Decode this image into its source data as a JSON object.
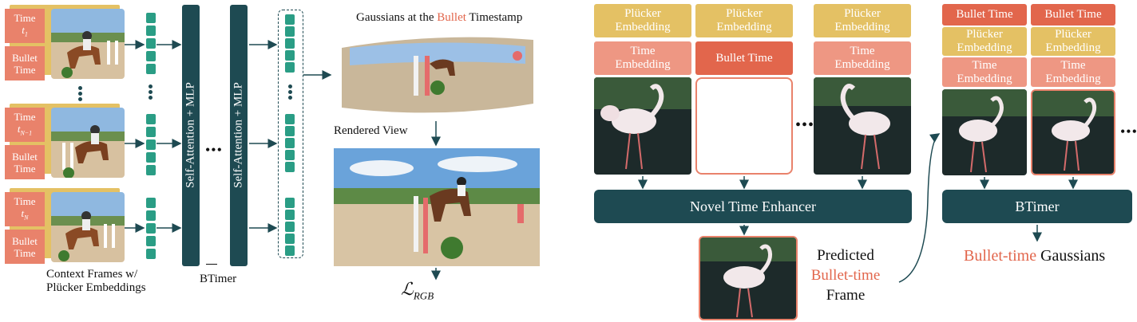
{
  "left": {
    "frames": [
      {
        "time_label": "Time",
        "time_sub": "t",
        "time_sub_index": "1",
        "bullet_label": "Bullet\nTime"
      },
      {
        "time_label": "Time",
        "time_sub": "t",
        "time_sub_index": "N−1",
        "bullet_label": "Bullet\nTime"
      },
      {
        "time_label": "Time",
        "time_sub": "t",
        "time_sub_index": "N",
        "bullet_label": "Bullet\nTime"
      }
    ],
    "context_caption": "Context Frames w/\nPlücker Embeddings",
    "transformer_block_label": "Self-Attention + MLP",
    "model_label": "BTimer",
    "gaussians_title_pre": "Gaussians at the ",
    "gaussians_title_accent": "Bullet",
    "gaussians_title_post": " Timestamp",
    "rendered_view_label": "Rendered View",
    "loss_symbol": "ℒ",
    "loss_sub": "RGB"
  },
  "right": {
    "plucker_label": "Plücker\nEmbedding",
    "time_emb_label": "Time\nEmbedding",
    "bullet_time_label": "Bullet Time",
    "enhancer_label": "Novel Time Enhancer",
    "predicted_line1": "Predicted",
    "predicted_line2": "Bullet-time",
    "predicted_line3": "Frame",
    "btimer_label": "BTimer",
    "output_accent": "Bullet-time",
    "output_rest": " Gaussians"
  },
  "colors": {
    "accent": "#e2664c",
    "salmon": "#e9826b",
    "gold": "#e4c164",
    "teal_dark": "#1e4a52",
    "token": "#2a9d85"
  }
}
